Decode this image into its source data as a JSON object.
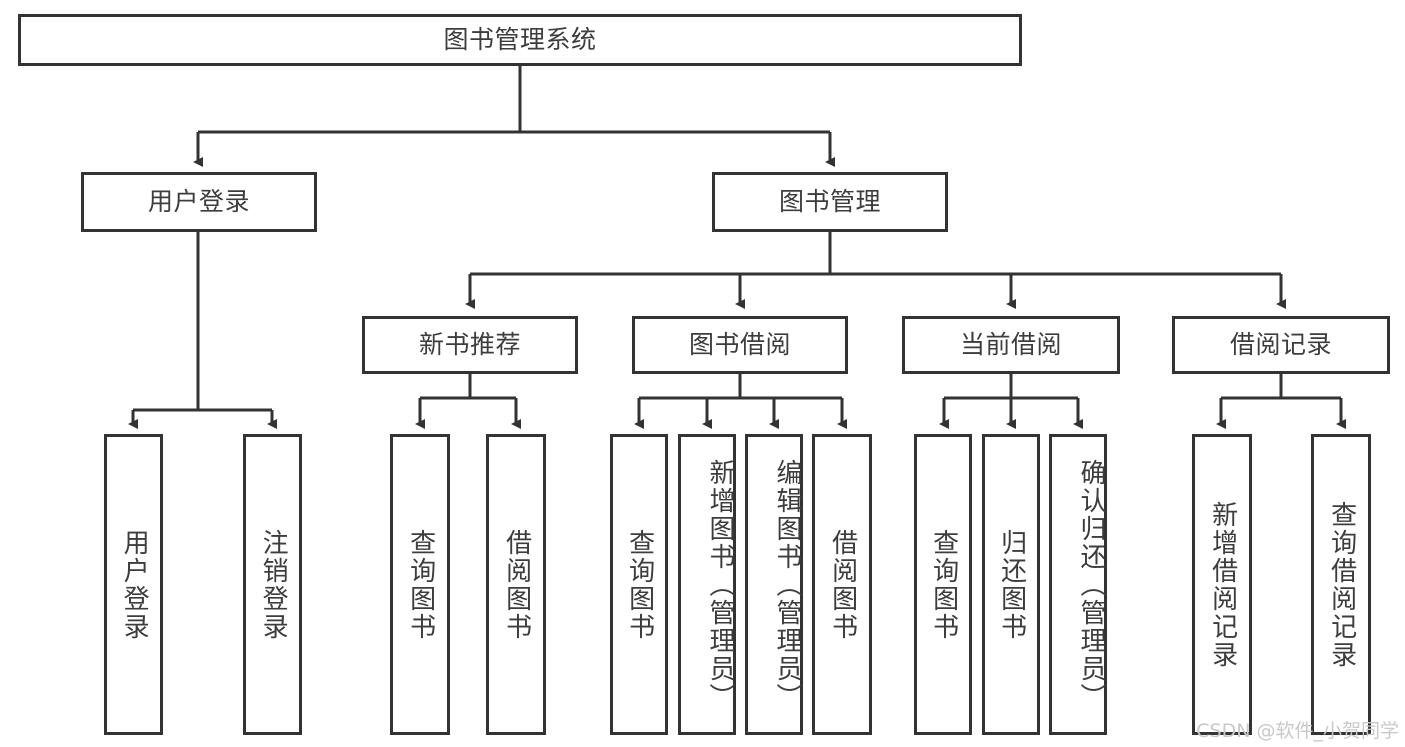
{
  "diagram": {
    "title": "图书管理系统",
    "type": "tree-hierarchy-chart",
    "root": {
      "label": "图书管理系统"
    },
    "level1": [
      {
        "label": "用户登录"
      },
      {
        "label": "图书管理"
      }
    ],
    "level2": [
      {
        "label": "新书推荐"
      },
      {
        "label": "图书借阅"
      },
      {
        "label": "当前借阅"
      },
      {
        "label": "借阅记录"
      }
    ],
    "leaves": {
      "user_login": [
        {
          "label": "用户登录"
        },
        {
          "label": "注销登录"
        }
      ],
      "new_book_recommend": [
        {
          "label": "查询图书"
        },
        {
          "label": "借阅图书"
        }
      ],
      "book_borrow": [
        {
          "label": "查询图书"
        },
        {
          "label": "新增图书（管理员）"
        },
        {
          "label": "编辑图书（管理员）"
        },
        {
          "label": "借阅图书"
        }
      ],
      "current_borrow": [
        {
          "label": "查询图书"
        },
        {
          "label": "归还图书"
        },
        {
          "label": "确认归还（管理员）"
        }
      ],
      "borrow_record": [
        {
          "label": "新增借阅记录"
        },
        {
          "label": "查询借阅记录"
        }
      ]
    }
  },
  "watermark": {
    "text": "CSDN @软件_小贺同学"
  },
  "colors": {
    "border": "#333333",
    "text": "#3d3d3d",
    "background": "#ffffff",
    "watermark": "#c9c9c9"
  }
}
